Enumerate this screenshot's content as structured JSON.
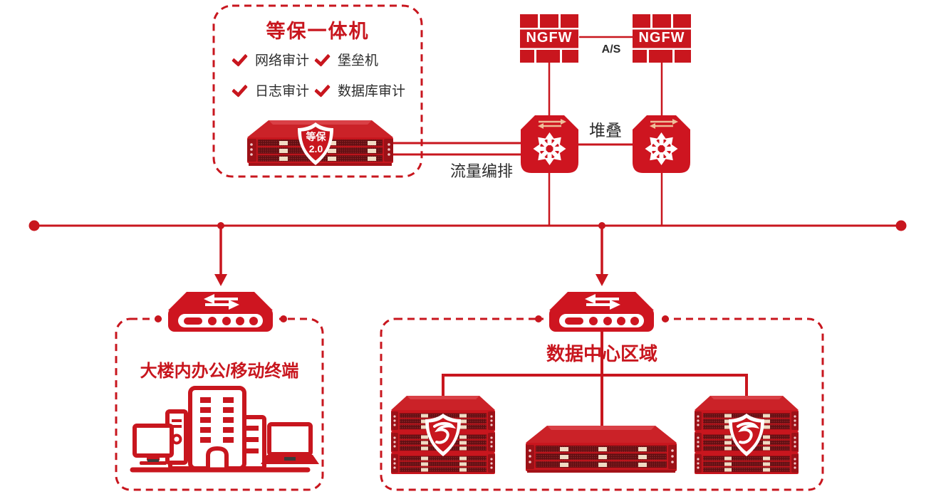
{
  "colors": {
    "primary_red": "#c8161e",
    "dark_text": "#2d2d2d",
    "cream_arrow": "#f2cfa6"
  },
  "security_box": {
    "title": "等保一体机",
    "items": [
      "网络审计",
      "堡垒机",
      "日志审计",
      "数据库审计"
    ],
    "check_icon": "✔",
    "appliance_shield_line1": "等保",
    "appliance_shield_line2": "2.0"
  },
  "firewalls": {
    "left_label": "NGFW",
    "right_label": "NGFW",
    "ha_label": "A/S"
  },
  "links": {
    "stack_label": "堆叠",
    "orchestration_label": "流量编排"
  },
  "zones": {
    "office": {
      "title": "大楼内办公/移动终端"
    },
    "datacenter": {
      "title": "数据中心区域"
    }
  }
}
